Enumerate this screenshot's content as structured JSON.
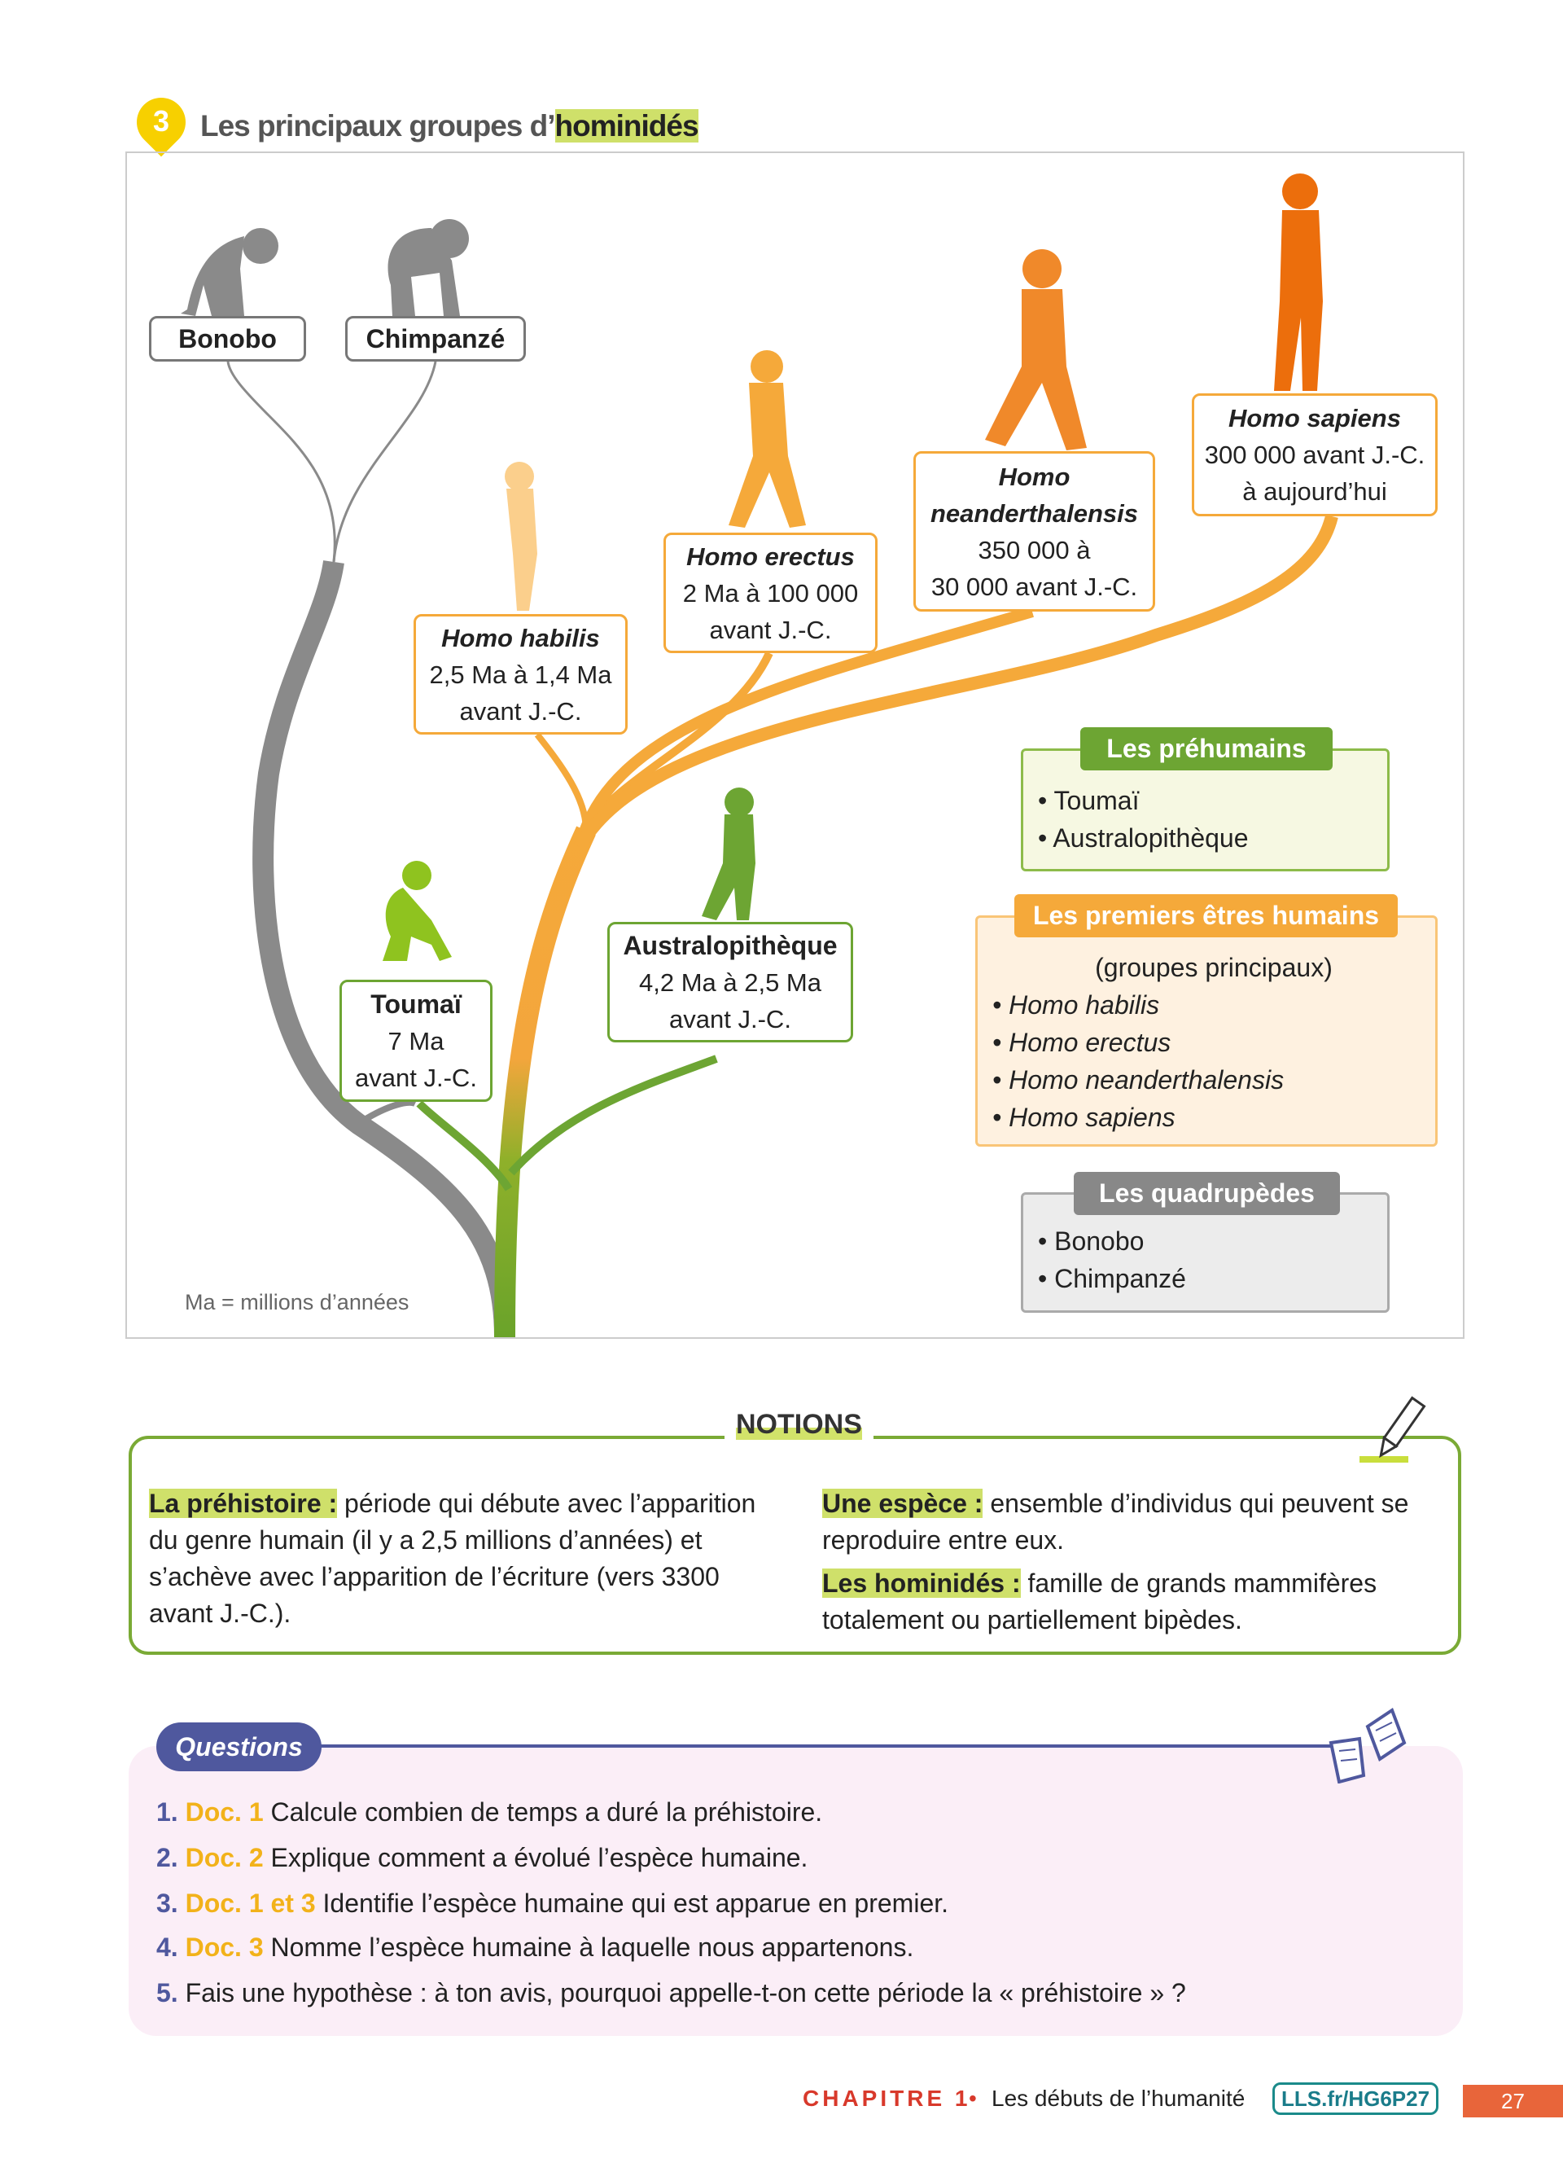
{
  "doc": {
    "number": "3",
    "title_start": "Les principaux groupes d’",
    "title_highlight": "hominidés"
  },
  "tree": {
    "bonobo": "Bonobo",
    "chimpanze": "Chimpanzé",
    "habilis": {
      "name": "Homo habilis",
      "l1": "2,5 Ma à 1,4 Ma",
      "l2": "avant J.-C."
    },
    "erectus": {
      "name": "Homo erectus",
      "l1": "2 Ma à 100 000",
      "l2": "avant J.-C."
    },
    "neander": {
      "name1": "Homo",
      "name2": "neanderthalensis",
      "l1": "350 000 à",
      "l2": "30 000 avant J.-C."
    },
    "sapiens": {
      "name": "Homo sapiens",
      "l1": "300 000 avant J.-C.",
      "l2": "à aujourd’hui"
    },
    "toumai": {
      "name": "Toumaï",
      "l1": "7 Ma",
      "l2": "avant J.-C."
    },
    "australo": {
      "name": "Australopithèque",
      "l1": "4,2 Ma à 2,5 Ma",
      "l2": "avant J.-C."
    },
    "note": "Ma = millions d’années"
  },
  "legend": {
    "prehumains": {
      "title": "Les préhumains",
      "items": [
        "• Toumaï",
        "• Australopithèque"
      ]
    },
    "humains": {
      "title": "Les premiers êtres humains",
      "sub": "(groupes principaux)",
      "items": [
        "• Homo habilis",
        "• Homo erectus",
        "• Homo neanderthalensis",
        "• Homo sapiens"
      ]
    },
    "quadrupedes": {
      "title": "Les quadrupèdes",
      "items": [
        "• Bonobo",
        "• Chimpanzé"
      ]
    }
  },
  "notions": {
    "title": "NOTIONS",
    "prehistoire": {
      "term": "La préhistoire :",
      "def": " période qui débute avec l’apparition du genre humain (il y a 2,5 millions d’années) et s’achève avec l’apparition de l’écriture (vers 3300 avant J.-C.)."
    },
    "espece": {
      "term": "Une espèce :",
      "def": " ensemble d’individus qui peuvent se reproduire entre eux."
    },
    "hominides": {
      "term": "Les hominidés :",
      "def": " famille de grands mammifères totalement ou partiellement bipèdes."
    }
  },
  "questions": {
    "title": "Questions",
    "items": [
      {
        "n": "1.",
        "doc": "Doc. 1",
        "text": " Calcule combien de temps a duré la préhistoire."
      },
      {
        "n": "2.",
        "doc": "Doc. 2",
        "text": " Explique comment a évolué l’espèce humaine."
      },
      {
        "n": "3.",
        "doc": "Doc. 1 et 3",
        "text": " Identifie l’espèce humaine qui est apparue en premier."
      },
      {
        "n": "4.",
        "doc": "Doc. 3",
        "text": " Nomme l’espèce humaine à laquelle nous appartenons."
      },
      {
        "n": "5.",
        "doc": "",
        "text": " Fais une hypothèse : à ton avis, pourquoi appelle-t-on cette période la « préhistoire » ?"
      }
    ]
  },
  "footer": {
    "chapter": "CHAPITRE 1",
    "bullet": "•",
    "title": "Les débuts de l’humanité",
    "link": "LLS.fr/HG6P27",
    "page": "27"
  }
}
